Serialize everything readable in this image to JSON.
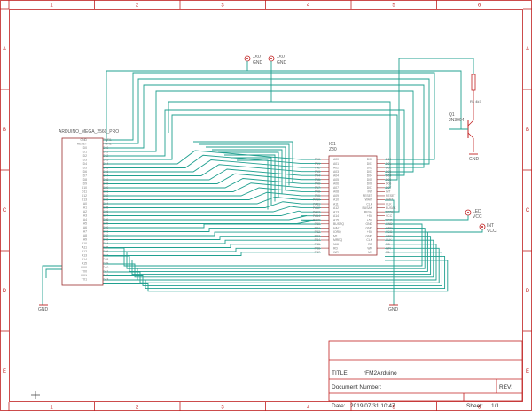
{
  "frame": {
    "columns": [
      "1",
      "2",
      "3",
      "4",
      "5",
      "6"
    ],
    "rows": [
      "A",
      "B",
      "C",
      "D",
      "E"
    ]
  },
  "arduino": {
    "name": "ARDUINO_MEGA_2560_PRO",
    "left_pins": [
      "GND",
      "RESET",
      "D0",
      "D1",
      "D2",
      "D3",
      "D4",
      "D5",
      "D6",
      "D7",
      "D8",
      "D9",
      "D10",
      "D11",
      "D12",
      "D13",
      "A0",
      "A1",
      "A2",
      "A3",
      "A4",
      "A5",
      "A6",
      "A7",
      "A8",
      "A9",
      "A10",
      "A11",
      "A12",
      "A13",
      "A14",
      "A15",
      "RX0",
      "TX0",
      "RX1",
      "TX1"
    ],
    "right_pins": [
      "PWR1",
      "PWR2",
      "D10",
      "D11",
      "D12",
      "D13",
      "D14",
      "D15",
      "D16",
      "D17",
      "D18",
      "D19",
      "D20",
      "D21",
      "D22",
      "D23",
      "D24",
      "D25",
      "D26",
      "D27",
      "D28",
      "D29",
      "D30",
      "D31",
      "D32",
      "D33",
      "D34",
      "D35",
      "D36",
      "D37",
      "D38",
      "D39",
      "D40",
      "D41",
      "D42",
      "D43"
    ]
  },
  "z80": {
    "name": "Z80",
    "ref": "IC1",
    "left_pins": [
      "PA0",
      "PA1",
      "PA2",
      "PA3",
      "PA4",
      "PA5",
      "PA6",
      "PA7",
      "PA8",
      "PA9",
      "PA10",
      "PA11",
      "PA12",
      "PA13",
      "PA14",
      "PA15",
      "PB0",
      "PB1",
      "PB2",
      "PB3",
      "PB4",
      "PB5",
      "PB6",
      "PB7"
    ],
    "inner_left": [
      "A00",
      "A01",
      "A02",
      "A03",
      "A04",
      "A05",
      "A06",
      "A07",
      "A08",
      "A09",
      "A10",
      "A11",
      "A12",
      "A13",
      "A14",
      "A15",
      "BUSRQ",
      "HALT",
      "IORQ",
      "M1",
      "MREQ",
      "NMI",
      "RD",
      "WR"
    ],
    "inner_right": [
      "D00",
      "D01",
      "D02",
      "D03",
      "D04",
      "D05",
      "D06",
      "D07",
      "INT",
      "RESET",
      "WAIT",
      "CLK",
      "BUSAK",
      "RFSH",
      "+5V",
      "+5V",
      "GND",
      "GND",
      "+5V",
      "GND",
      "CLK",
      "RD",
      "WR",
      "M1"
    ],
    "right_pins": [
      "D00",
      "D01",
      "D02",
      "D03",
      "D04",
      "D05",
      "D06",
      "D07",
      "INT",
      "RESET",
      "WAIT",
      "CLK",
      "BUSAK",
      "RFSH",
      "VCC",
      "VCC",
      "GND",
      "GND",
      "VCC",
      "GND",
      "CLK",
      "RD",
      "WR",
      "M1"
    ]
  },
  "power_labels": {
    "vcc1": "+5V",
    "vcc2": "+5V",
    "vcc1_sub": "GND",
    "vcc2_sub": "GND",
    "gnd_left": "GND",
    "gnd_right": "GND",
    "gnd_trans": "GND",
    "led": "LED",
    "led_sub": "VCC",
    "int": "INT",
    "int_sub": "VCC"
  },
  "transistor": {
    "ref": "Q1",
    "value": "2N3904",
    "resistor": "R1 4k7"
  },
  "title_block": {
    "title_label": "TITLE:",
    "title_value": "rFM2Arduino",
    "docnum_label": "Document Number:",
    "rev_label": "REV:",
    "date_label": "Date:",
    "date_value": "2019/07/31 10:47",
    "sheet_label": "Sheet:",
    "sheet_value": "1/1"
  }
}
